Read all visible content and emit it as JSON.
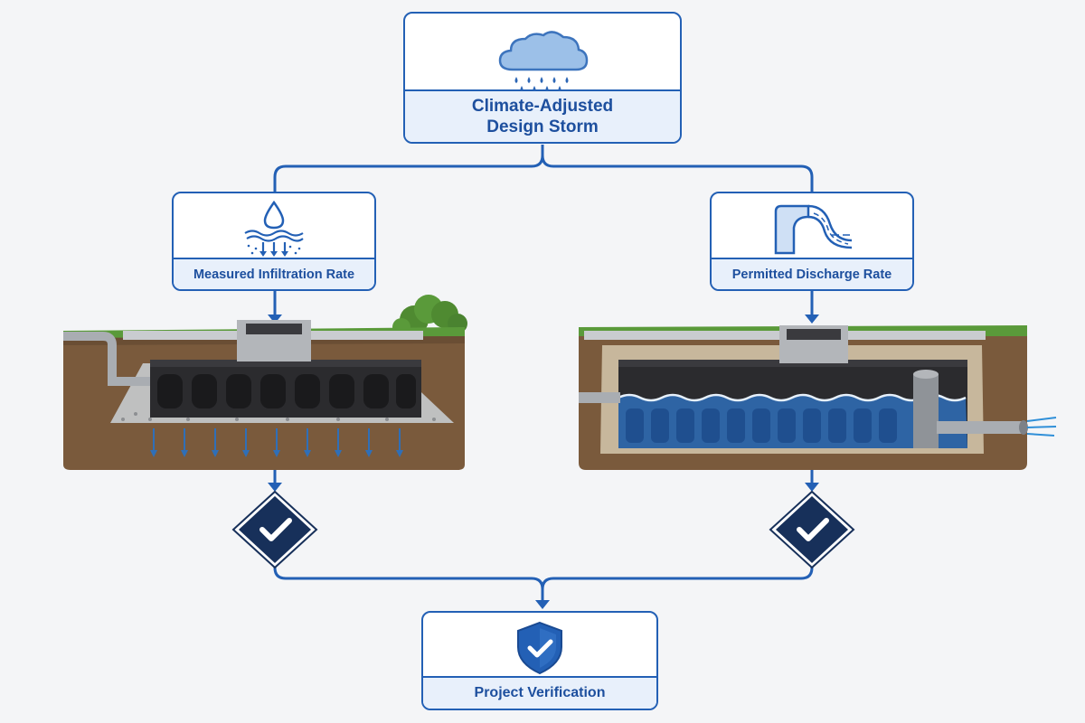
{
  "nodes": {
    "design_storm": {
      "line1": "Climate-Adjusted",
      "line2": "Design Storm"
    },
    "infiltration": {
      "label": "Measured Infiltration Rate"
    },
    "discharge": {
      "label": "Permitted Discharge Rate"
    },
    "verification": {
      "label": "Project Verification"
    }
  },
  "icons": {
    "top": "rain-cloud-icon",
    "left": "water-drop-infiltration-icon",
    "right": "discharge-flow-icon",
    "left_check": "checkmark-diamond-icon",
    "right_check": "checkmark-diamond-icon",
    "bottom": "shield-check-icon"
  },
  "colors": {
    "accent": "#2360b5",
    "label_text": "#1d4f9e",
    "label_band": "#e8f0fb",
    "check_diamond": "#17305a",
    "soil": "#7a5a3c",
    "grass": "#5a9a3a",
    "water": "#2f6fb8"
  }
}
